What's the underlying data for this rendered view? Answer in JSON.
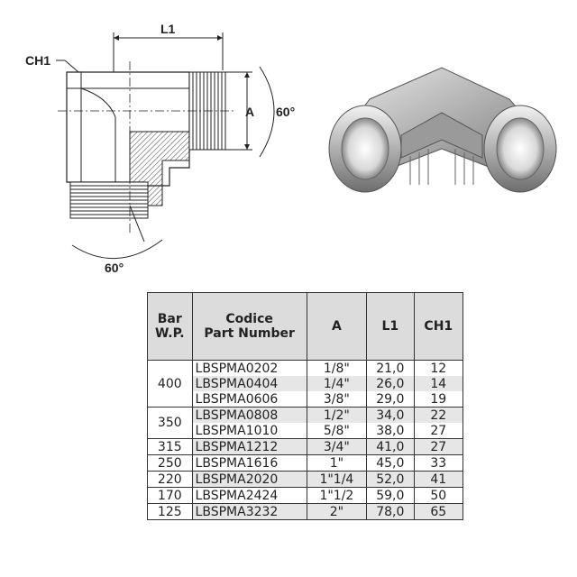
{
  "drawing": {
    "label_l1": "L1",
    "label_ch1": "CH1",
    "label_a": "A",
    "label_angle_right": "60°",
    "label_angle_bottom": "60°"
  },
  "table": {
    "headers": {
      "bar_line1": "Bar",
      "bar_line2": "W.P.",
      "code_line1": "Codice",
      "code_line2": "Part Number",
      "a": "A",
      "l1": "L1",
      "ch1": "CH1"
    },
    "groups": [
      {
        "bar": "400",
        "rows": [
          {
            "pn": "LBSPMA0202",
            "a": "1/8\"",
            "l1": "21,0",
            "ch1": "12"
          },
          {
            "pn": "LBSPMA0404",
            "a": "1/4\"",
            "l1": "26,0",
            "ch1": "14"
          },
          {
            "pn": "LBSPMA0606",
            "a": "3/8\"",
            "l1": "29,0",
            "ch1": "19"
          }
        ]
      },
      {
        "bar": "350",
        "rows": [
          {
            "pn": "LBSPMA0808",
            "a": "1/2\"",
            "l1": "34,0",
            "ch1": "22"
          },
          {
            "pn": "LBSPMA1010",
            "a": "5/8\"",
            "l1": "38,0",
            "ch1": "27"
          }
        ]
      },
      {
        "bar": "315",
        "rows": [
          {
            "pn": "LBSPMA1212",
            "a": "3/4\"",
            "l1": "41,0",
            "ch1": "27"
          }
        ]
      },
      {
        "bar": "250",
        "rows": [
          {
            "pn": "LBSPMA1616",
            "a": "1\"",
            "l1": "45,0",
            "ch1": "33"
          }
        ]
      },
      {
        "bar": "220",
        "rows": [
          {
            "pn": "LBSPMA2020",
            "a": "1\"1/4",
            "l1": "52,0",
            "ch1": "41"
          }
        ]
      },
      {
        "bar": "170",
        "rows": [
          {
            "pn": "LBSPMA2424",
            "a": "1\"1/2",
            "l1": "59,0",
            "ch1": "50"
          }
        ]
      },
      {
        "bar": "125",
        "rows": [
          {
            "pn": "LBSPMA3232",
            "a": "2\"",
            "l1": "78,0",
            "ch1": "65"
          }
        ]
      }
    ]
  }
}
